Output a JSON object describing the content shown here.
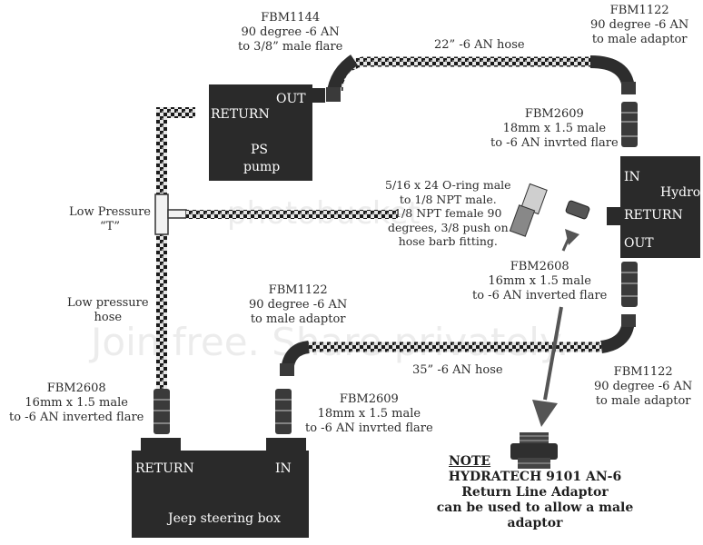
{
  "watermark": {
    "logo_text": "photobucket",
    "banner_text": "Join free. Share privately."
  },
  "components": {
    "ps_pump": {
      "port_return": "RETURN",
      "port_out": "OUT",
      "name_line1": "PS",
      "name_line2": "pump"
    },
    "hydro": {
      "port_in": "IN",
      "name": "Hydro",
      "port_return": "RETURN",
      "port_out": "OUT"
    },
    "steering_box": {
      "port_return": "RETURN",
      "port_in": "IN",
      "name": "Jeep steering box"
    }
  },
  "labels": {
    "fbm1144": [
      "FBM1144",
      "90 degree -6 AN",
      "to 3/8” male flare"
    ],
    "fbm1122_top": [
      "FBM1122",
      "90 degree -6 AN",
      "to male adaptor"
    ],
    "hose_22": [
      "22” -6 AN hose"
    ],
    "fbm2609_top": [
      "FBM2609",
      "18mm x 1.5 male",
      "to -6 AN invrted flare"
    ],
    "oring_fitting": [
      "5/16 x 24 O-ring male",
      "to 1/8 NPT male.",
      "1/8 NPT female 90",
      "degrees, 3/8 push on",
      "hose barb fitting."
    ],
    "low_pressure_t": [
      "Low Pressure",
      "“T”"
    ],
    "fbm2608_mid": [
      "FBM2608",
      "16mm x 1.5 male",
      "to -6 AN inverted flare"
    ],
    "fbm1122_mid": [
      "FBM1122",
      "90 degree -6 AN",
      "to male adaptor"
    ],
    "low_pressure_hose": [
      "Low pressure",
      "hose"
    ],
    "hose_35": [
      "35” -6 AN hose"
    ],
    "fbm1122_right": [
      "FBM1122",
      "90 degree -6 AN",
      "to male adaptor"
    ],
    "fbm2608_left": [
      "FBM2608",
      "16mm x 1.5 male",
      "to -6 AN inverted flare"
    ],
    "fbm2609_bottom": [
      "FBM2609",
      "18mm x 1.5 male",
      "to -6 AN invrted flare"
    ]
  },
  "note": {
    "heading": "NOTE",
    "lines": [
      "HYDRATECH 9101 AN-6",
      "Return Line Adaptor",
      "can be used to allow a male adaptor"
    ]
  },
  "colors": {
    "box": "#2a2a2a",
    "hose_dark": "#1a1a1a",
    "hose_light": "#e6e6e6",
    "fitting": "#333333",
    "arrow": "#555555"
  }
}
